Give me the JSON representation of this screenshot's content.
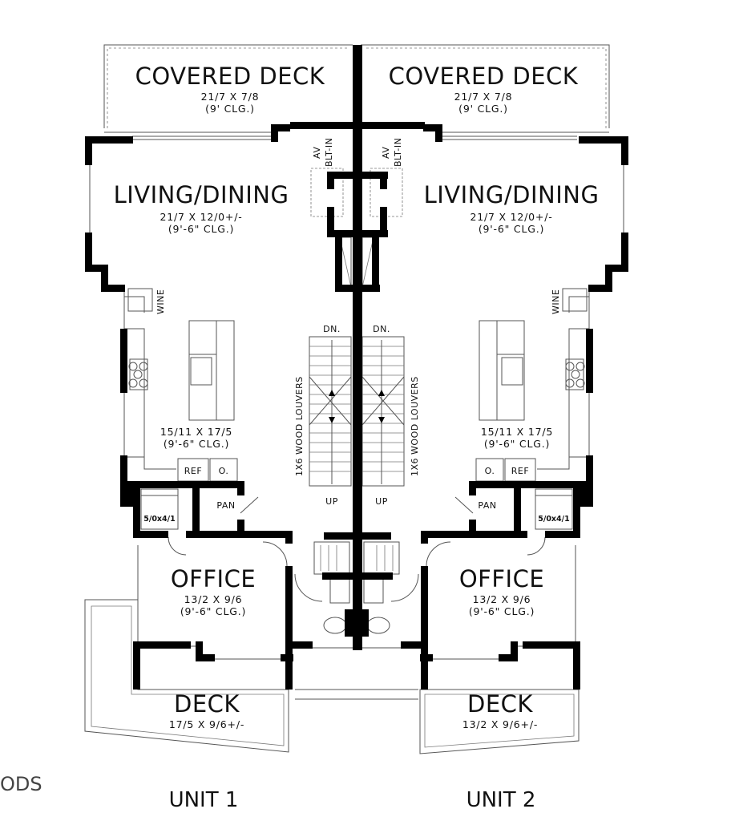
{
  "units": {
    "unit1": {
      "label": "UNIT 1",
      "covered_deck": {
        "name": "COVERED DECK",
        "dims": "21/7 X 7/8",
        "ceiling": "(9' CLG.)"
      },
      "living_dining": {
        "name": "LIVING/DINING",
        "dims": "21/7 X 12/0+/-",
        "ceiling": "(9'-6\" CLG.)"
      },
      "kitchen": {
        "dims": "15/11 X 17/5",
        "ceiling": "(9'-6\" CLG.)"
      },
      "office": {
        "name": "OFFICE",
        "dims": "13/2 X 9/6",
        "ceiling": "(9'-6\" CLG.)"
      },
      "deck": {
        "name": "DECK",
        "dims": "17/5 X 9/6+/-"
      },
      "labels": {
        "av": "AV",
        "blt_in": "BLT-IN",
        "wine": "WINE",
        "ref": "REF",
        "oven": "O.",
        "pantry": "PAN",
        "closet": "5/0x4/1",
        "down": "DN.",
        "up": "UP",
        "louvers": "1X6 WOOD LOUVERS"
      }
    },
    "unit2": {
      "label": "UNIT 2",
      "covered_deck": {
        "name": "COVERED DECK",
        "dims": "21/7 X 7/8",
        "ceiling": "(9' CLG.)"
      },
      "living_dining": {
        "name": "LIVING/DINING",
        "dims": "21/7 X 12/0+/-",
        "ceiling": "(9'-6\" CLG.)"
      },
      "kitchen": {
        "dims": "15/11 X 17/5",
        "ceiling": "(9'-6\" CLG.)"
      },
      "office": {
        "name": "OFFICE",
        "dims": "13/2 X 9/6",
        "ceiling": "(9'-6\" CLG.)"
      },
      "deck": {
        "name": "DECK",
        "dims": "13/2 X 9/6+/-"
      },
      "labels": {
        "av": "AV",
        "blt_in": "BLT-IN",
        "wine": "WINE",
        "ref": "REF",
        "oven": "O.",
        "pantry": "PAN",
        "closet": "5/0x4/1",
        "down": "DN.",
        "up": "UP",
        "louvers": "1X6 WOOD LOUVERS"
      }
    }
  },
  "watermark": "ODS"
}
